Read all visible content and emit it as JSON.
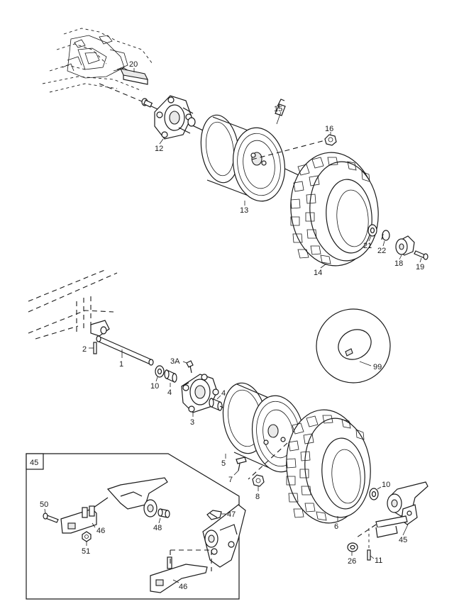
{
  "diagram": {
    "inset_title": "45",
    "callouts": {
      "c20": "20",
      "c15": "15",
      "c16": "16",
      "c12": "12",
      "c13": "13",
      "c21": "21",
      "c22": "22",
      "c18": "18",
      "c19": "19",
      "c14": "14",
      "c2": "2",
      "c1": "1",
      "c3A": "3A",
      "c10a": "10",
      "c4a": "4",
      "c4b": "4",
      "c3": "3",
      "c99": "99",
      "c5": "5",
      "c7": "7",
      "c8": "8",
      "c10b": "10",
      "c6": "6",
      "c45": "45",
      "c26": "26",
      "c11": "11",
      "c50": "50",
      "c46a": "46",
      "c48": "48",
      "c47": "47",
      "c51": "51",
      "c46b": "46"
    }
  }
}
